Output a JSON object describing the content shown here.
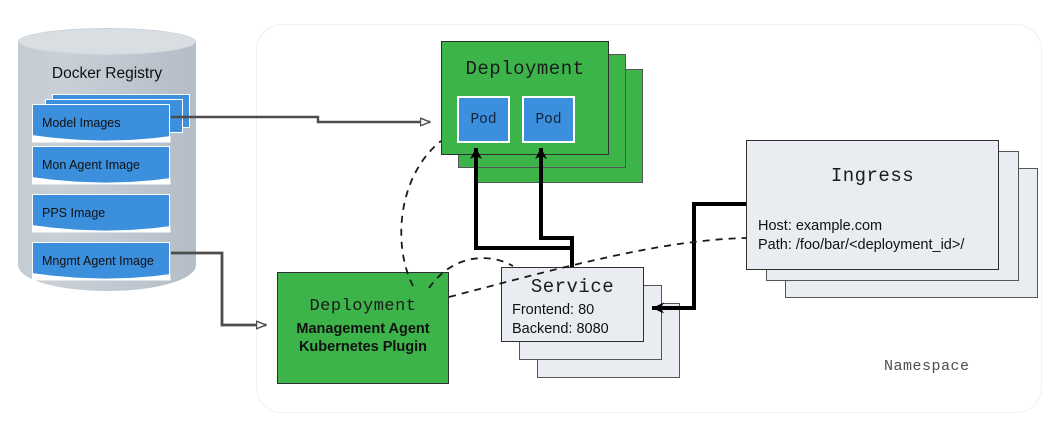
{
  "diagram": {
    "namespace_label": "Namespace",
    "registry": {
      "title": "Docker Registry",
      "items": [
        {
          "label": "Model Images",
          "stacked": true
        },
        {
          "label": "Mon Agent Image",
          "stacked": false
        },
        {
          "label": "PPS Image",
          "stacked": false
        },
        {
          "label": "Mngmt Agent Image",
          "stacked": false
        }
      ]
    },
    "deployment_pods": {
      "title": "Deployment",
      "pods": [
        {
          "label": "Pod"
        },
        {
          "label": "Pod"
        }
      ]
    },
    "management_deployment": {
      "title": "Deployment",
      "lines": [
        "Management Agent",
        "Kubernetes Plugin"
      ]
    },
    "service": {
      "title": "Service",
      "lines": [
        "Frontend: 80",
        "Backend: 8080"
      ]
    },
    "ingress": {
      "title": "Ingress",
      "lines": [
        "Host: example.com",
        "Path: /foo/bar/<deployment_id>/"
      ]
    },
    "colors": {
      "green": "#3cb44a",
      "blue": "#3c8fdc",
      "grey_node": "#e9edf1",
      "cylinder": "#c3cbd3",
      "stroke": "#2f2f2f",
      "namespace_border": "#f1f1f1"
    }
  }
}
